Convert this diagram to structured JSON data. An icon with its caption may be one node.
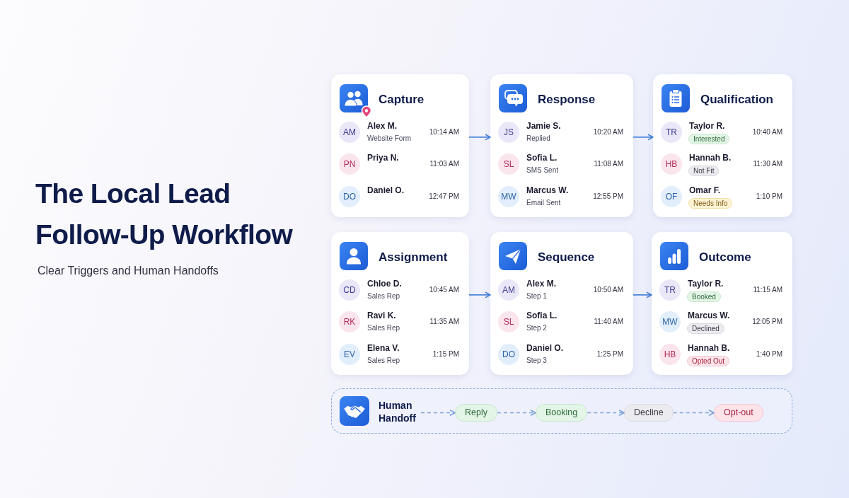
{
  "diagram": {
    "title": "The Local Lead Follow-Up Workflow",
    "nodes": [
      {
        "text": [
          "Capture"
        ]
      },
      {
        "text": [
          "AM"
        ],
        "in": 0,
        "beside": [
          "Alex M.",
          "Website Form"
        ]
      },
      {
        "text": [
          "PN"
        ],
        "in": 0,
        "beside": [
          "Priya N."
        ]
      },
      {
        "text": [
          "DO"
        ],
        "in": 0,
        "beside": [
          "Daniel O."
        ]
      },
      {
        "text": [
          "Response"
        ]
      },
      {
        "text": [
          "JS"
        ],
        "in": 4,
        "beside": [
          "Jamie S.",
          "Replied"
        ]
      },
      {
        "text": [
          "SL"
        ],
        "in": 4,
        "beside": [
          "Sofia L.",
          "SMS Sent"
        ]
      },
      {
        "text": [
          "MW"
        ],
        "in": 4,
        "beside": [
          "Marcus W.",
          "Email Sent"
        ]
      },
      {
        "text": [
          "Qualification"
        ]
      },
      {
        "text": [
          "TR"
        ],
        "in": 8,
        "beside": [
          "Taylor R."
        ]
      },
      {
        "text": [
          "Interested"
        ],
        "in": 8
      },
      {
        "text": [
          "HB"
        ],
        "in": 8,
        "beside": [
          "Hannah B."
        ]
      },
      {
        "text": [
          "Not Fit"
        ],
        "in": 8
      },
      {
        "text": [
          "OF"
        ],
        "in": 8,
        "beside": [
          "Omar F."
        ]
      },
      {
        "text": [
          "Needs Info"
        ],
        "in": 8
      },
      {
        "text": [
          "Assignment"
        ]
      },
      {
        "text": [
          "CD"
        ],
        "in": 15,
        "beside": [
          "Chloe D.",
          "Sales Rep"
        ]
      },
      {
        "text": [
          "RK"
        ],
        "in": 15,
        "beside": [
          "Ravi K.",
          "Sales Rep"
        ]
      },
      {
        "text": [
          "EV"
        ],
        "in": 15,
        "beside": [
          "Elena V.",
          "Sales Rep"
        ]
      },
      {
        "text": [
          "Sequence"
        ]
      },
      {
        "text": [
          "AM"
        ],
        "in": 19,
        "beside": [
          "Alex M.",
          "Step 1"
        ]
      },
      {
        "text": [
          "SL"
        ],
        "in": 19,
        "beside": [
          "Sofia L.",
          "Step 2"
        ]
      },
      {
        "text": [
          "DO"
        ],
        "in": 19,
        "beside": [
          "Daniel O.",
          "Step 3"
        ]
      },
      {
        "text": [
          "Outcome"
        ]
      },
      {
        "text": [
          "TR"
        ],
        "in": 23,
        "beside": [
          "Taylor R."
        ]
      },
      {
        "text": [
          "Booked"
        ],
        "in": 23
      },
      {
        "text": [
          "MW"
        ],
        "in": 23,
        "beside": [
          "Marcus W."
        ]
      },
      {
        "text": [
          "Declined"
        ],
        "in": 23
      },
      {
        "text": [
          "HB"
        ],
        "in": 23,
        "beside": [
          "Hannah B."
        ]
      },
      {
        "text": [
          "Opted Out"
        ],
        "in": 23
      },
      {
        "text": [],
        "shape": "box"
      },
      {
        "text": [
          "Human Handoff"
        ],
        "in": 30
      },
      {
        "text": [
          "Reply"
        ],
        "in": 30
      },
      {
        "text": [
          "Booking"
        ],
        "in": 30
      },
      {
        "text": [
          "Decline"
        ],
        "in": 30
      },
      {
        "text": [
          "Opt-out"
        ],
        "in": 30
      }
    ],
    "edges": [
      {
        "from": 0,
        "to": 4,
        "arrow": "to"
      },
      {
        "from": 4,
        "to": 8,
        "arrow": "to"
      },
      {
        "from": 15,
        "to": 19,
        "arrow": "to"
      },
      {
        "from": 19,
        "to": 23,
        "arrow": "to"
      },
      {
        "from": 31,
        "to": 32,
        "arrow": "to",
        "style": "dashed",
        "color": "#7fa3d8"
      },
      {
        "from": 32,
        "to": 33,
        "arrow": "to",
        "style": "dashed",
        "color": "#7fa3d8"
      },
      {
        "from": 33,
        "to": 34,
        "arrow": "to",
        "style": "dashed",
        "color": "#7fa3d8"
      },
      {
        "from": 34,
        "to": 35,
        "arrow": "to",
        "style": "dashed",
        "color": "#7fa3d8"
      }
    ],
    "labels": [
      "Clear Triggers and Human Handoffs",
      "10:14 AM",
      "11:03 AM",
      "12:47 PM",
      "10:20 AM",
      "11:08 AM",
      "12:55 PM",
      "10:40 AM",
      "11:30 AM",
      "1:10 PM",
      "10:45 AM",
      "11:35 AM",
      "1:15 PM",
      "10:50 AM",
      "11:40 AM",
      "1:25 PM",
      "11:15 AM",
      "12:05 PM",
      "1:40 PM"
    ]
  }
}
